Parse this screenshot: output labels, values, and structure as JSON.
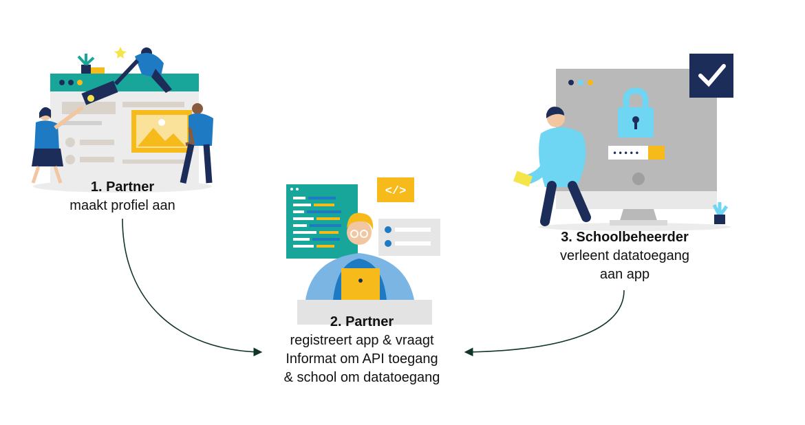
{
  "steps": [
    {
      "title": "1. Partner",
      "lines": [
        "maakt profiel aan"
      ]
    },
    {
      "title": "2. Partner",
      "lines": [
        "registreert app & vraagt",
        "Informat om API toegang",
        "& school om datatoegang"
      ]
    },
    {
      "title": "3. Schoolbeheerder",
      "lines": [
        "verleent datatoegang",
        "aan app"
      ]
    }
  ],
  "code_badge": "</>",
  "password_mask": "•••••",
  "colors": {
    "teal": "#19a69a",
    "navy": "#1d2d5a",
    "yellow": "#f6bb1a",
    "blue": "#1f7ac4",
    "light_blue": "#6ed6f3",
    "grey": "#b9b9b9",
    "arrow": "#12352a"
  }
}
